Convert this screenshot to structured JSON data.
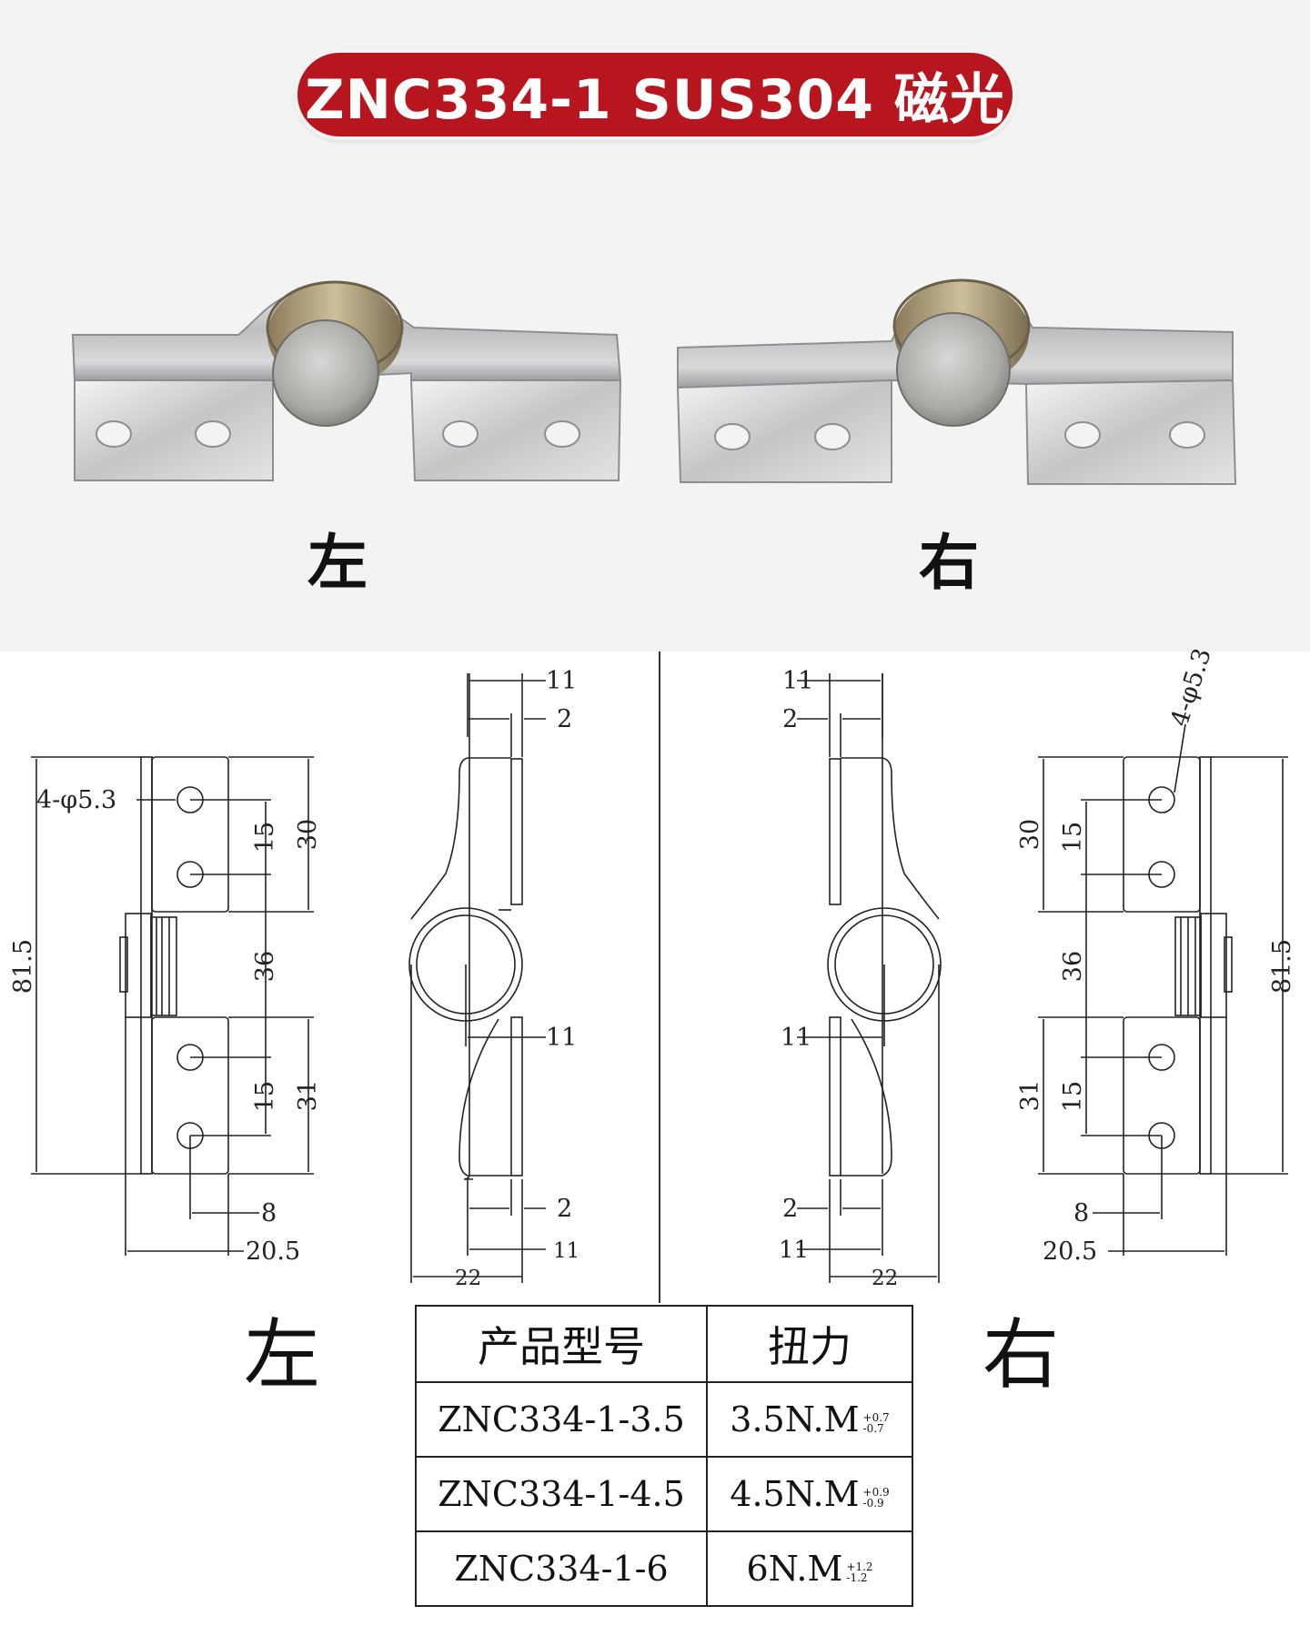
{
  "title": "ZNC334-1 SUS304 磁光",
  "photos": {
    "left_label": "左",
    "right_label": "右"
  },
  "drawing": {
    "left_label": "左",
    "right_label": "右",
    "front": {
      "hole_callout": "4-φ5.3",
      "overall_height": "81.5",
      "top_leaf": "30",
      "bottom_leaf": "31",
      "hole_pitch_top": "15",
      "hole_pitch_bottom": "15",
      "center_span": "36",
      "hole_offset": "8",
      "leaf_width": "20.5"
    },
    "side": {
      "top_offset": "11",
      "plate_thickness_top": "2",
      "mid_offset": "11",
      "plate_thickness_bottom": "2",
      "bottom_offset": "11",
      "overall_width": "22"
    }
  },
  "table": {
    "headers": [
      "产品型号",
      "扭力"
    ],
    "rows": [
      {
        "model": "ZNC334-1-3.5",
        "torque": "3.5N.M",
        "tol_plus": "+0.7",
        "tol_minus": "-0.7"
      },
      {
        "model": "ZNC334-1-4.5",
        "torque": "4.5N.M",
        "tol_plus": "+0.9",
        "tol_minus": "-0.9"
      },
      {
        "model": "ZNC334-1-6",
        "torque": "6N.M",
        "tol_plus": "+1.2",
        "tol_minus": "-1.2"
      }
    ]
  },
  "colors": {
    "banner": "#b8161f",
    "background_top": "#f3f3f3",
    "line": "#222222"
  }
}
